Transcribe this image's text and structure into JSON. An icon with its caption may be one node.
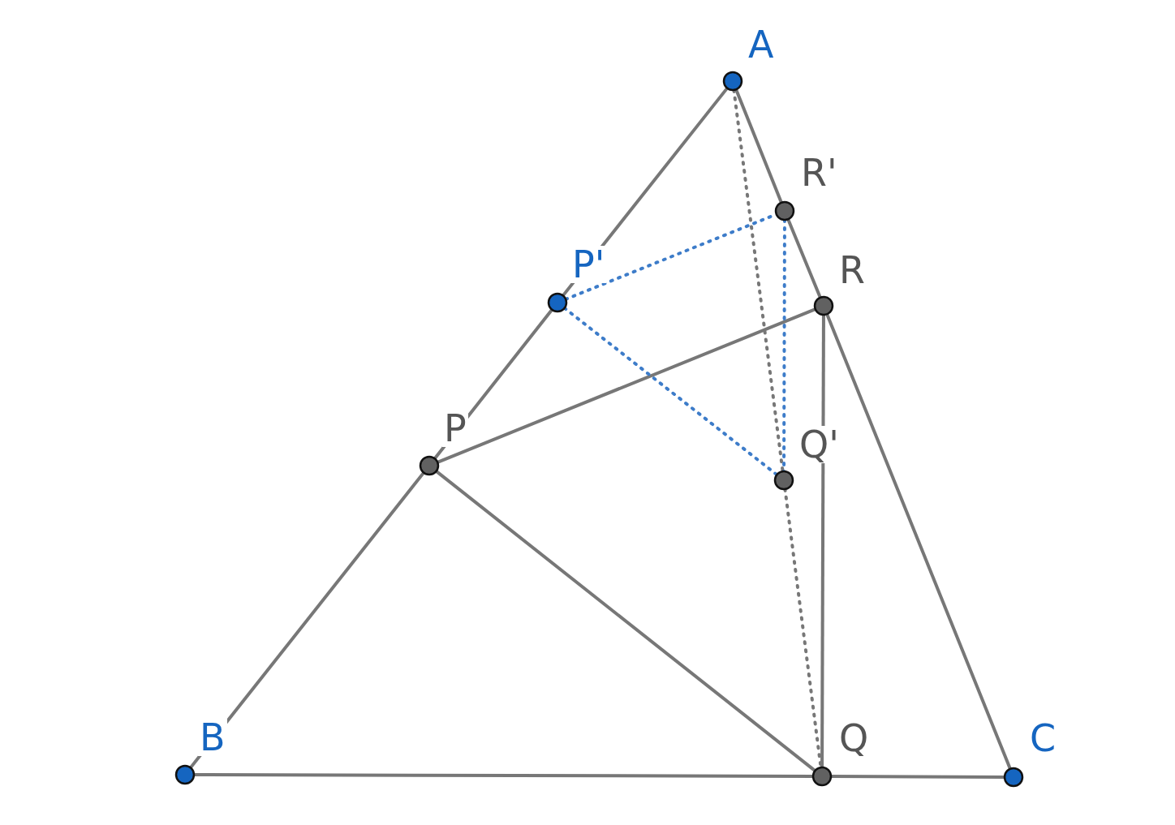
{
  "diagram": {
    "nodes": [
      {
        "text": [],
        "shape": "circle",
        "beside": [
          "A"
        ]
      },
      {
        "text": [],
        "shape": "circle",
        "beside": [
          "R'"
        ]
      },
      {
        "text": [],
        "shape": "circle",
        "beside": [
          "P'"
        ]
      },
      {
        "text": [],
        "shape": "circle",
        "beside": [
          "R"
        ]
      },
      {
        "text": [],
        "shape": "circle",
        "beside": [
          "P"
        ]
      },
      {
        "text": [],
        "shape": "circle",
        "beside": [
          "Q'"
        ]
      },
      {
        "text": [],
        "shape": "circle",
        "beside": [
          "B"
        ]
      },
      {
        "text": [],
        "shape": "circle",
        "beside": [
          "Q"
        ]
      },
      {
        "text": [],
        "shape": "circle",
        "beside": [
          "C"
        ]
      }
    ],
    "edges": [
      {
        "from": 0,
        "to": 2,
        "arrow": "none"
      },
      {
        "from": 2,
        "to": 4,
        "arrow": "none"
      },
      {
        "from": 4,
        "to": 6,
        "arrow": "none"
      },
      {
        "from": 6,
        "to": 7,
        "arrow": "none"
      },
      {
        "from": 7,
        "to": 8,
        "arrow": "none"
      },
      {
        "from": 0,
        "to": 1,
        "arrow": "none"
      },
      {
        "from": 1,
        "to": 3,
        "arrow": "none"
      },
      {
        "from": 3,
        "to": 8,
        "arrow": "none"
      },
      {
        "from": 4,
        "to": 3,
        "arrow": "none"
      },
      {
        "from": 4,
        "to": 7,
        "arrow": "none"
      },
      {
        "from": 3,
        "to": 7,
        "arrow": "none"
      },
      {
        "from": 0,
        "to": 5,
        "arrow": "none",
        "style": "dashed"
      },
      {
        "from": 5,
        "to": 7,
        "arrow": "none",
        "style": "dashed"
      },
      {
        "from": 2,
        "to": 1,
        "arrow": "none",
        "style": "dashed",
        "color": "#3d7cc9"
      },
      {
        "from": 2,
        "to": 5,
        "arrow": "none",
        "style": "dashed",
        "color": "#3d7cc9"
      },
      {
        "from": 1,
        "to": 5,
        "arrow": "none",
        "style": "dashed",
        "color": "#3d7cc9"
      }
    ]
  }
}
